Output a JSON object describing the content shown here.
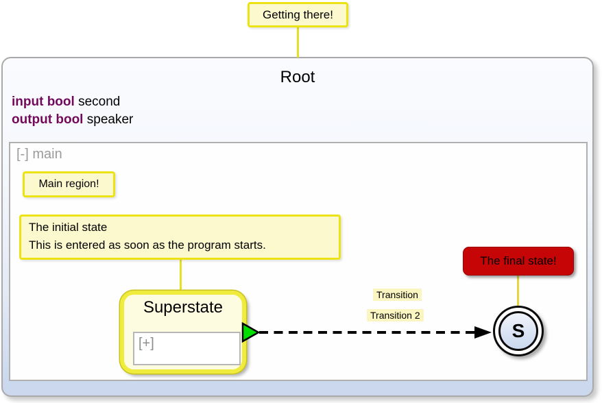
{
  "diagram": {
    "notes": {
      "getting_there": {
        "text": "Getting there!"
      },
      "main_region": {
        "text": "Main region!"
      },
      "initial_state": {
        "line1": "The initial state",
        "line2": "This is entered as soon as the program starts."
      },
      "final_state": {
        "text": "The final state!"
      }
    },
    "root_state": {
      "title": "Root",
      "declarations": [
        {
          "keyword": "input bool",
          "identifier": " second"
        },
        {
          "keyword": "output bool",
          "identifier": " speaker"
        }
      ],
      "region": {
        "collapse_toggle": "[-]",
        "name": " main"
      }
    },
    "superstate": {
      "title": "Superstate",
      "collapsed_region": {
        "expand_toggle": "[+]"
      }
    },
    "transition": {
      "labels": [
        "Transition",
        "Transition 2"
      ]
    },
    "final_state": {
      "label": "S"
    },
    "colors": {
      "note_yellow_fill": "#FCF9CE",
      "note_yellow_border": "#EDE213",
      "note_red_fill": "#C60606",
      "keyword_purple": "#72095A",
      "state_border_yellow": "#F0EC3E",
      "state_fill_cream": "#FDFCE1",
      "root_fill_top": "#FAFBFE",
      "root_fill_bottom": "#CBD8EE",
      "final_state_fill": "#C9D7EE",
      "initial_arrow_green": "#00DE00",
      "transition_color": "#000000"
    }
  }
}
